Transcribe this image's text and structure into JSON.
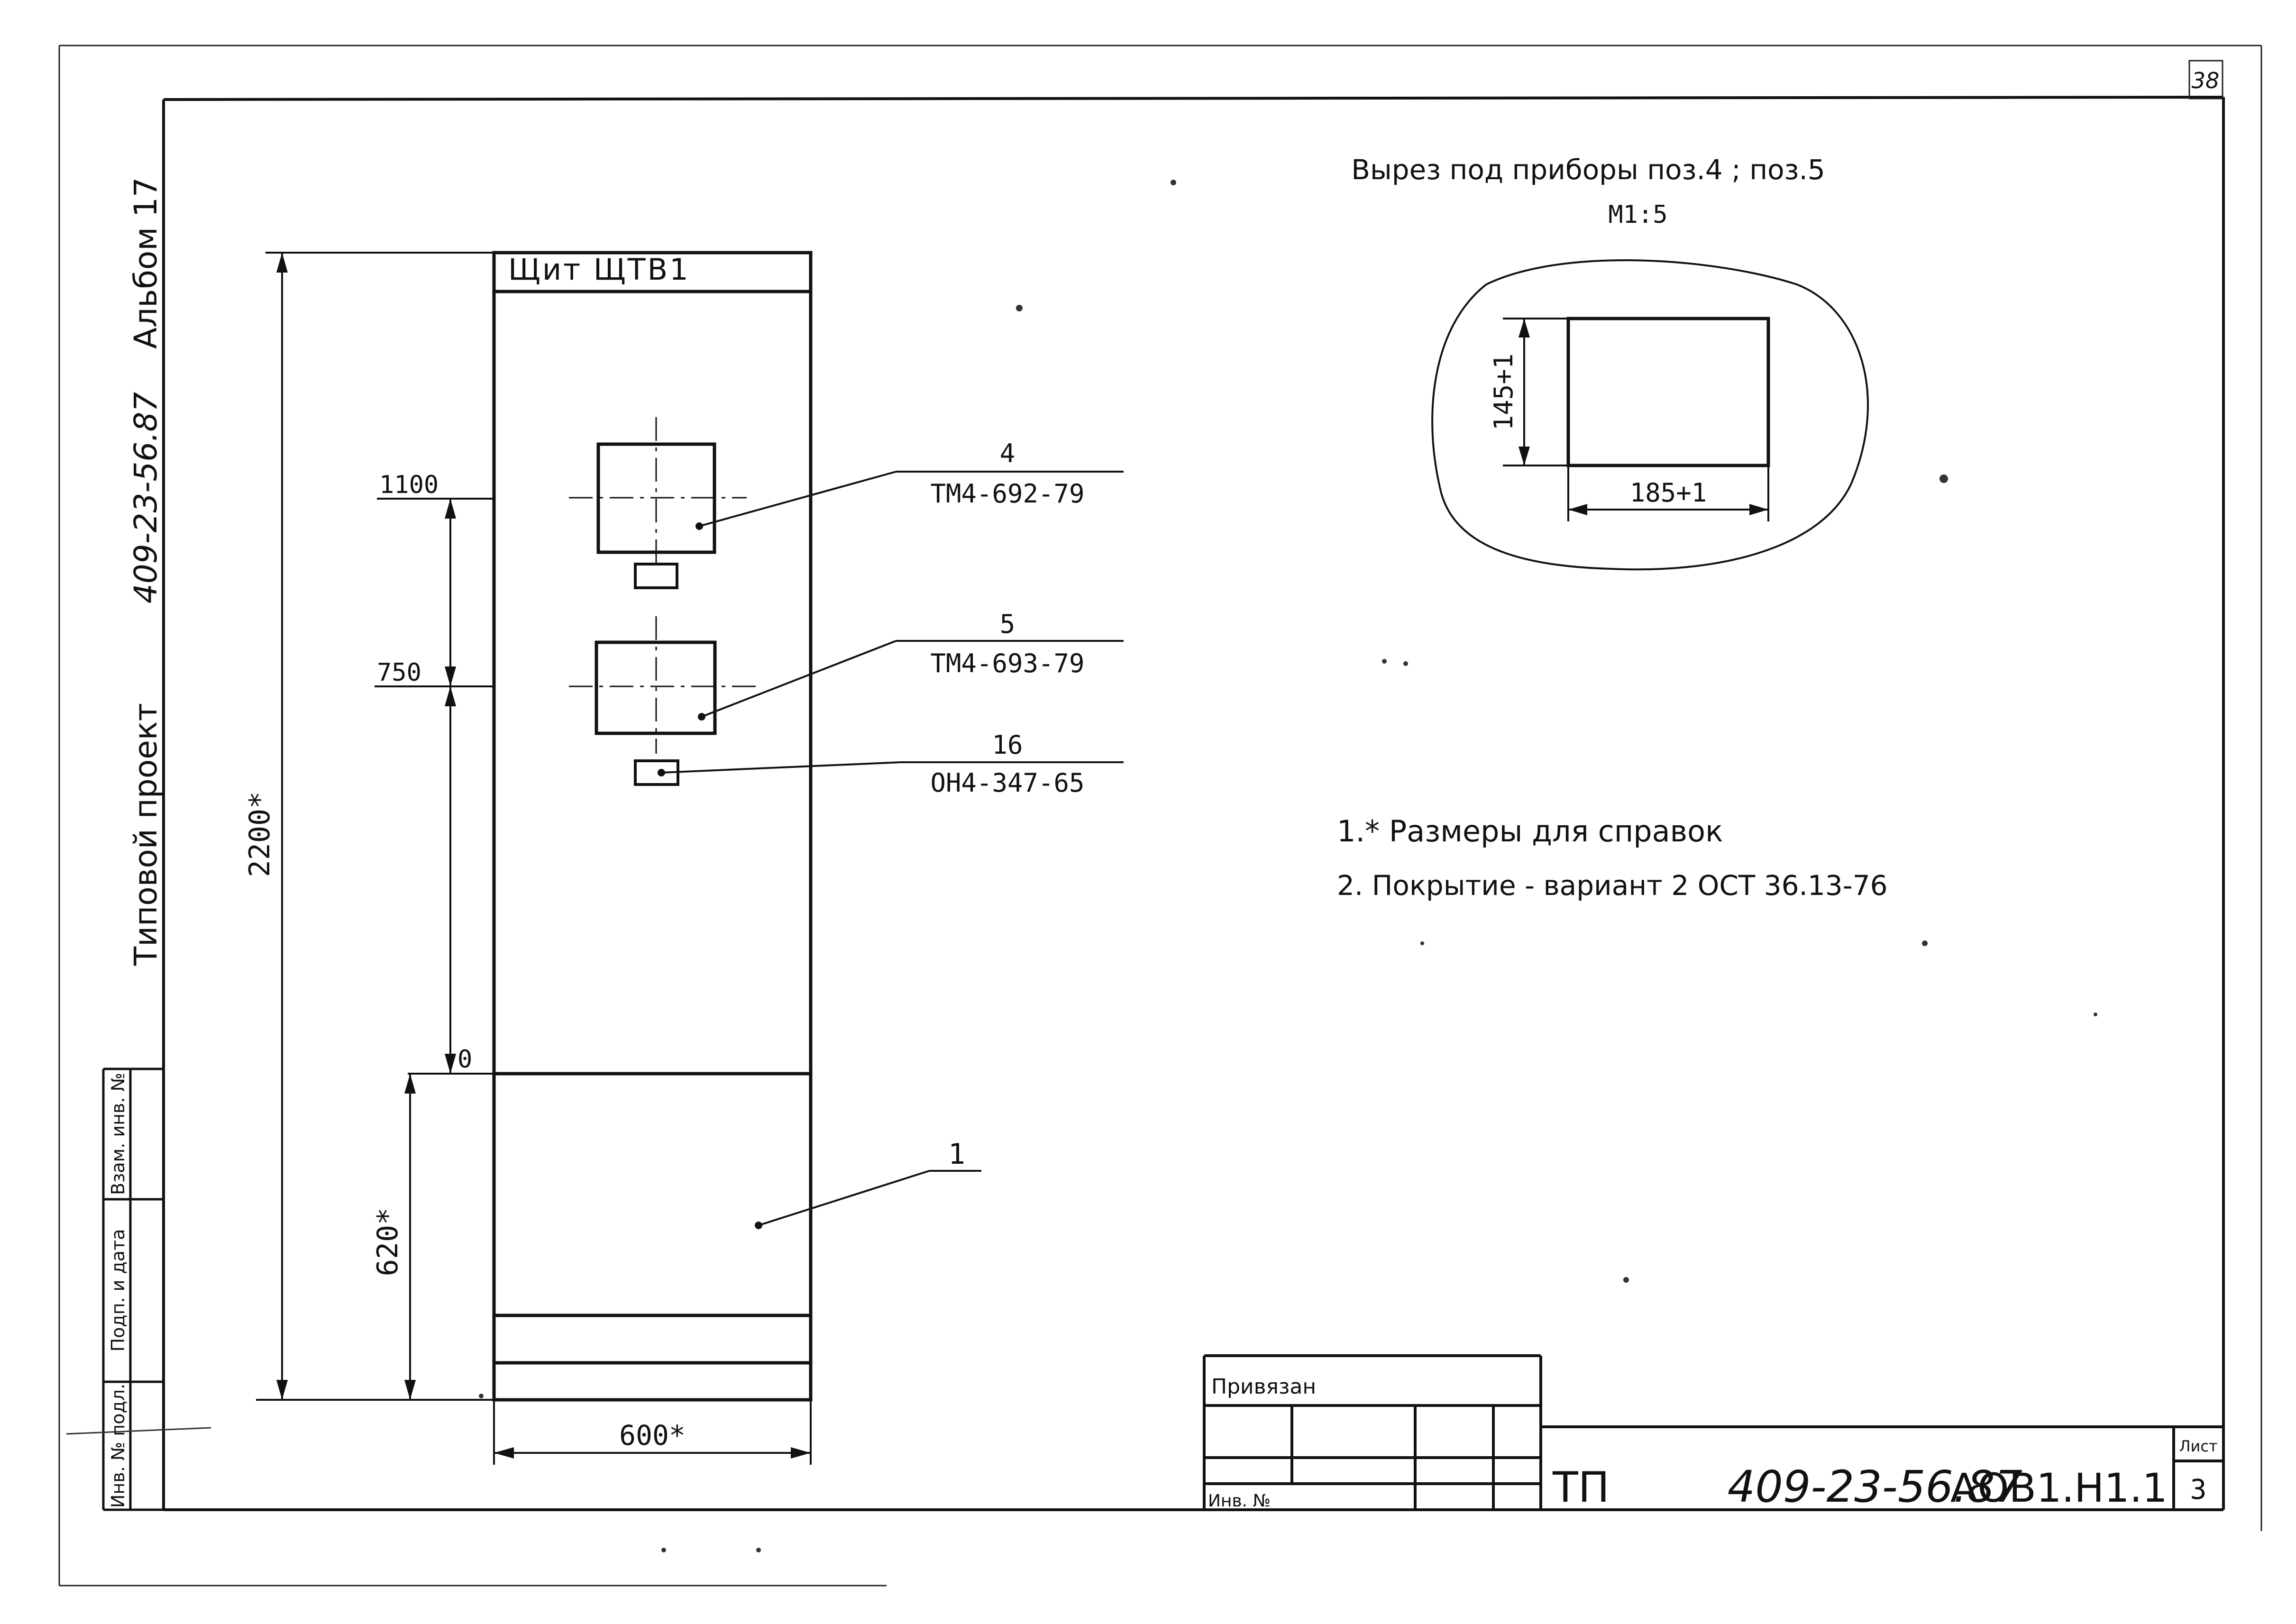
{
  "sheet_number_corner": "38",
  "side_strip": {
    "album": "Альбом 17",
    "code": "409-23-56.87",
    "project": "Типовой   проект"
  },
  "left_stamp_columns": [
    "Инв. № подл.",
    "Подп. и дата",
    "Взам. инв. №"
  ],
  "panel": {
    "title": "Щит ЩТВ1",
    "dim_total_height": "2200*",
    "dim_bottom_height": "620*",
    "dim_width": "600*",
    "level_1100": "1100",
    "level_750": "750",
    "level_zero": "0",
    "callouts": [
      {
        "pos": "4",
        "ref": "ТМ4-692-79"
      },
      {
        "pos": "5",
        "ref": "ТМ4-693-79"
      },
      {
        "pos": "16",
        "ref": "ОН4-347-65"
      },
      {
        "pos": "1",
        "ref": ""
      }
    ]
  },
  "cutout_detail": {
    "title": "Вырез   под приборы  поз.4 ;  поз.5",
    "scale": "М1:5",
    "dim_height": "145+1",
    "dim_width": "185+1"
  },
  "notes": [
    "1.* Размеры  для  справок",
    "2. Покрытие - вариант 2    ОСТ 36.13-76"
  ],
  "title_block": {
    "bound_label": "Привязан",
    "inv_label": "Инв. №",
    "doc_prefix": "ТП",
    "doc_number": "409-23-56.87",
    "doc_code": "АОВ1.Н1.1",
    "sheet_label": "Лист",
    "sheet_value": "3"
  }
}
